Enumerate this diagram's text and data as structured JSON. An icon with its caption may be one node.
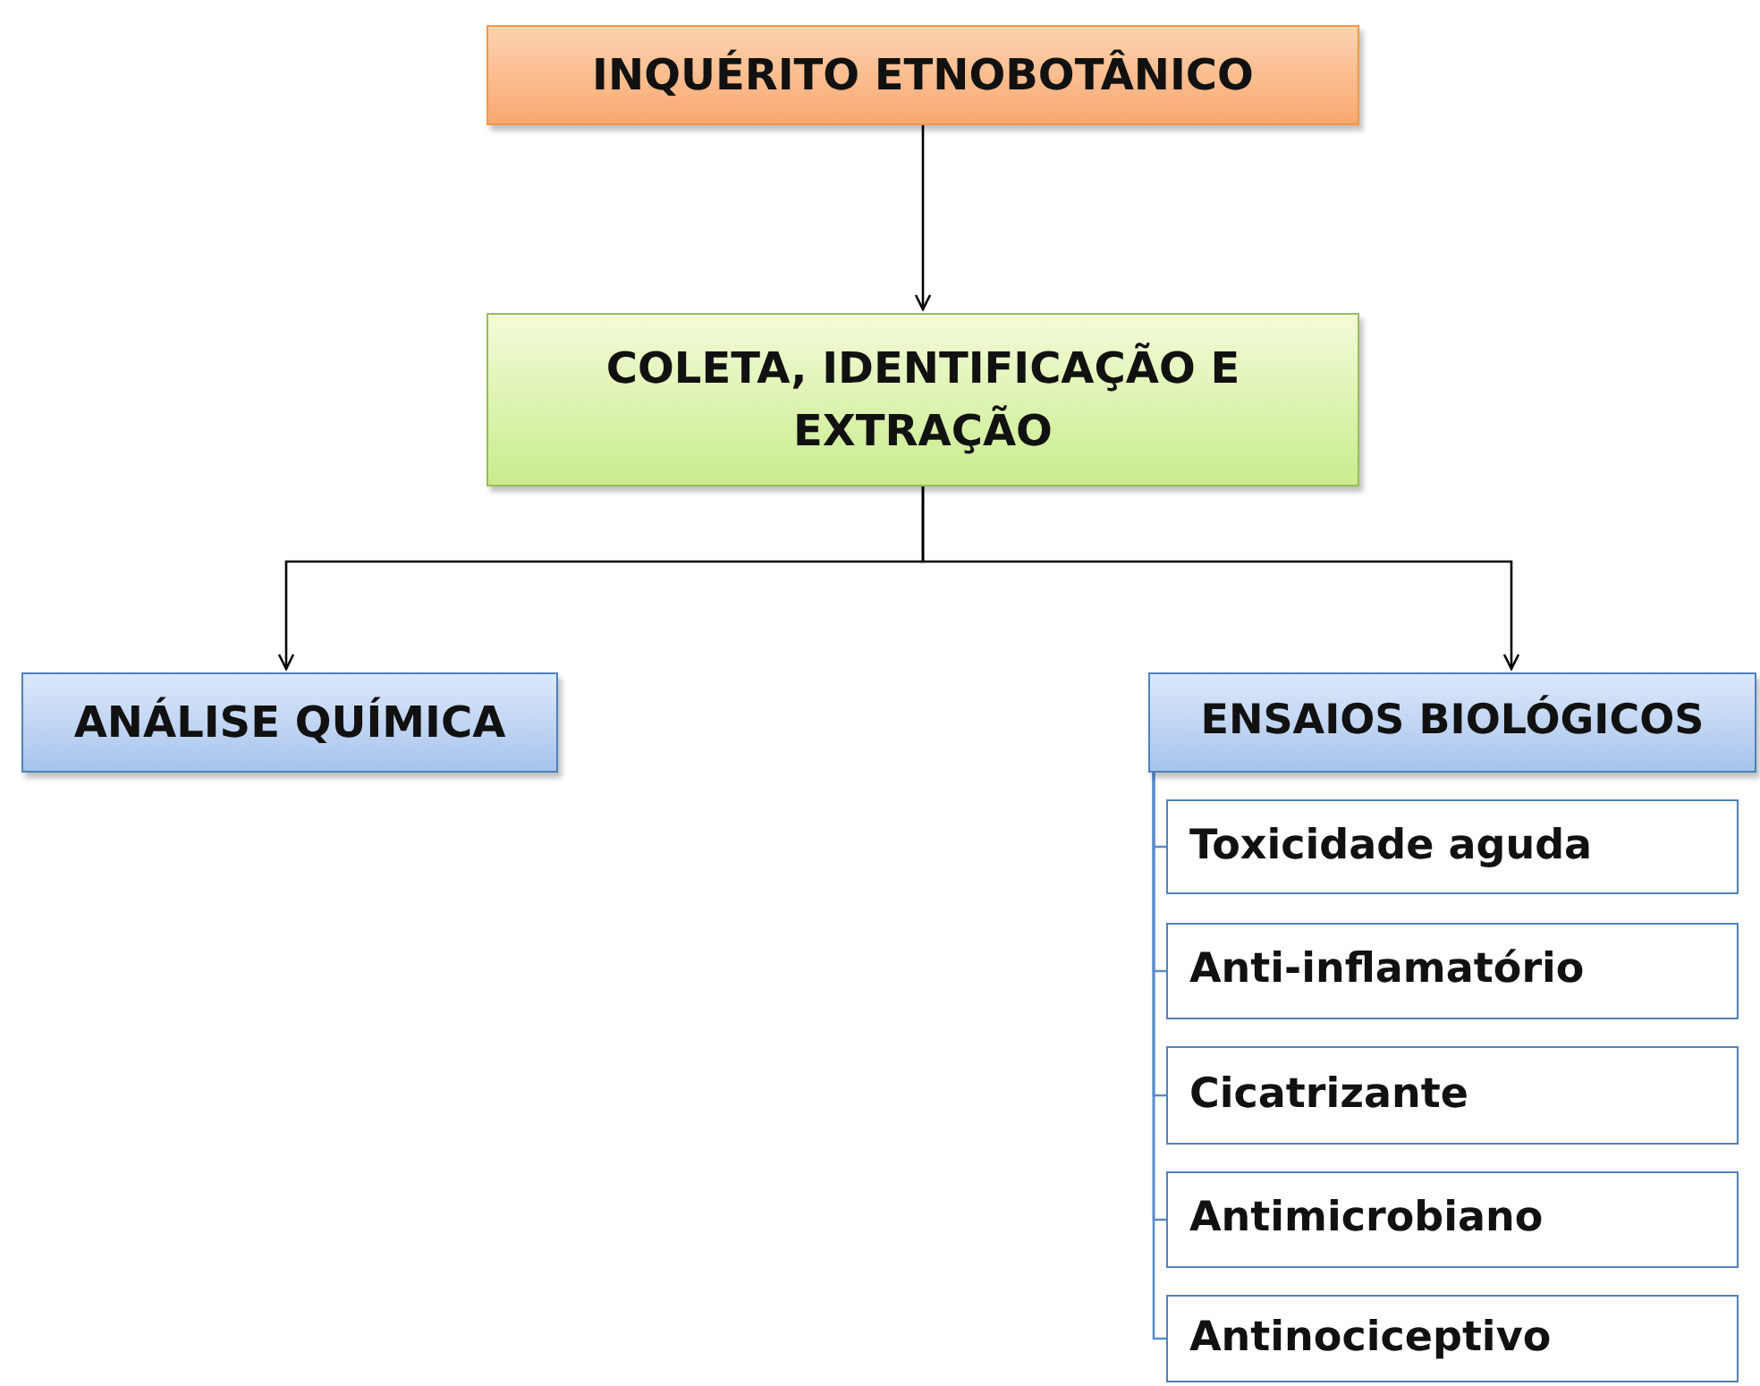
{
  "diagram": {
    "nodes": [
      {
        "text": [
          "INQUÉRITO ETNOBOTÂNICO"
        ]
      },
      {
        "text": [
          "COLETA, IDENTIFICAÇÃO E EXTRAÇÃO"
        ]
      },
      {
        "text": [
          "ANÁLISE QUÍMICA"
        ]
      },
      {
        "text": [
          "ENSAIOS BIOLÓGICOS"
        ]
      },
      {
        "text": [
          "Toxicidade aguda"
        ]
      },
      {
        "text": [
          "Anti-inflamatório"
        ]
      },
      {
        "text": [
          "Cicatrizante"
        ]
      },
      {
        "text": [
          "Antimicrobiano"
        ]
      },
      {
        "text": [
          "Antinociceptivo"
        ]
      }
    ],
    "edges": [
      {
        "from": 0,
        "to": 1,
        "arrow": "to",
        "color": "#000000"
      },
      {
        "from": 1,
        "to": 2,
        "arrow": "to",
        "color": "#000000"
      },
      {
        "from": 1,
        "to": 3,
        "arrow": "to",
        "color": "#000000"
      },
      {
        "from": 3,
        "to": 4,
        "arrow": "none"
      },
      {
        "from": 3,
        "to": 5,
        "arrow": "none"
      },
      {
        "from": 3,
        "to": 6,
        "arrow": "none"
      },
      {
        "from": 3,
        "to": 7,
        "arrow": "none"
      },
      {
        "from": 3,
        "to": 8,
        "arrow": "none"
      }
    ]
  }
}
